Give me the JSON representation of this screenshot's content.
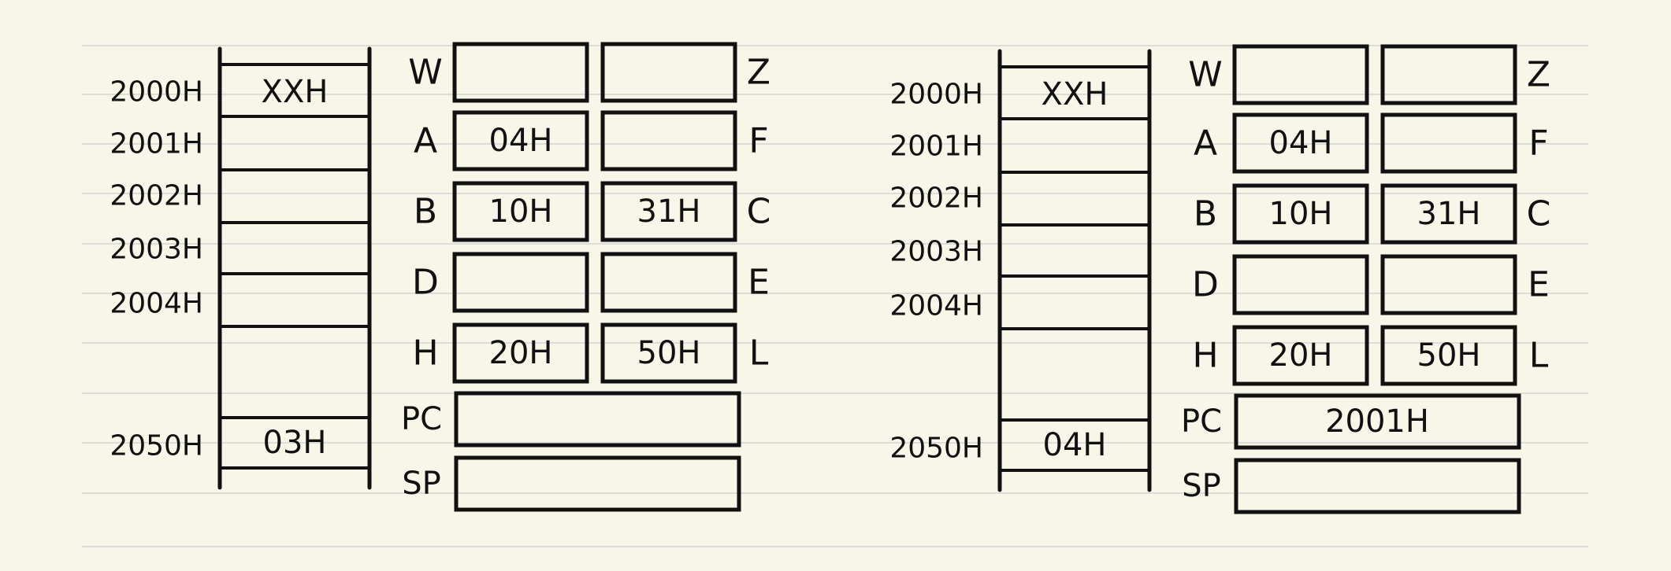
{
  "colors": {
    "background": "#f8f6e8",
    "ruled_line": "#dcdcd8",
    "ink": "#111111"
  },
  "diagrams": [
    {
      "memory": {
        "addresses": [
          "2000H",
          "2001H",
          "2002H",
          "2003H",
          "2004H",
          "2050H"
        ],
        "cells": [
          "XXH",
          "",
          "",
          "",
          "",
          "03H"
        ]
      },
      "registers": {
        "pair_rows": [
          {
            "left_label": "W",
            "left_value": "",
            "right_value": "",
            "right_label": "Z"
          },
          {
            "left_label": "A",
            "left_value": "04H",
            "right_value": "",
            "right_label": "F"
          },
          {
            "left_label": "B",
            "left_value": "10H",
            "right_value": "31H",
            "right_label": "C"
          },
          {
            "left_label": "D",
            "left_value": "",
            "right_value": "",
            "right_label": "E"
          },
          {
            "left_label": "H",
            "left_value": "20H",
            "right_value": "50H",
            "right_label": "L"
          }
        ],
        "wide_rows": [
          {
            "label": "PC",
            "value": ""
          },
          {
            "label": "SP",
            "value": ""
          }
        ]
      }
    },
    {
      "memory": {
        "addresses": [
          "2000H",
          "2001H",
          "2002H",
          "2003H",
          "2004H",
          "2050H"
        ],
        "cells": [
          "XXH",
          "",
          "",
          "",
          "",
          "04H"
        ]
      },
      "registers": {
        "pair_rows": [
          {
            "left_label": "W",
            "left_value": "",
            "right_value": "",
            "right_label": "Z"
          },
          {
            "left_label": "A",
            "left_value": "04H",
            "right_value": "",
            "right_label": "F"
          },
          {
            "left_label": "B",
            "left_value": "10H",
            "right_value": "31H",
            "right_label": "C"
          },
          {
            "left_label": "D",
            "left_value": "",
            "right_value": "",
            "right_label": "E"
          },
          {
            "left_label": "H",
            "left_value": "20H",
            "right_value": "50H",
            "right_label": "L"
          }
        ],
        "wide_rows": [
          {
            "label": "PC",
            "value": "2001H"
          },
          {
            "label": "SP",
            "value": ""
          }
        ]
      }
    }
  ]
}
